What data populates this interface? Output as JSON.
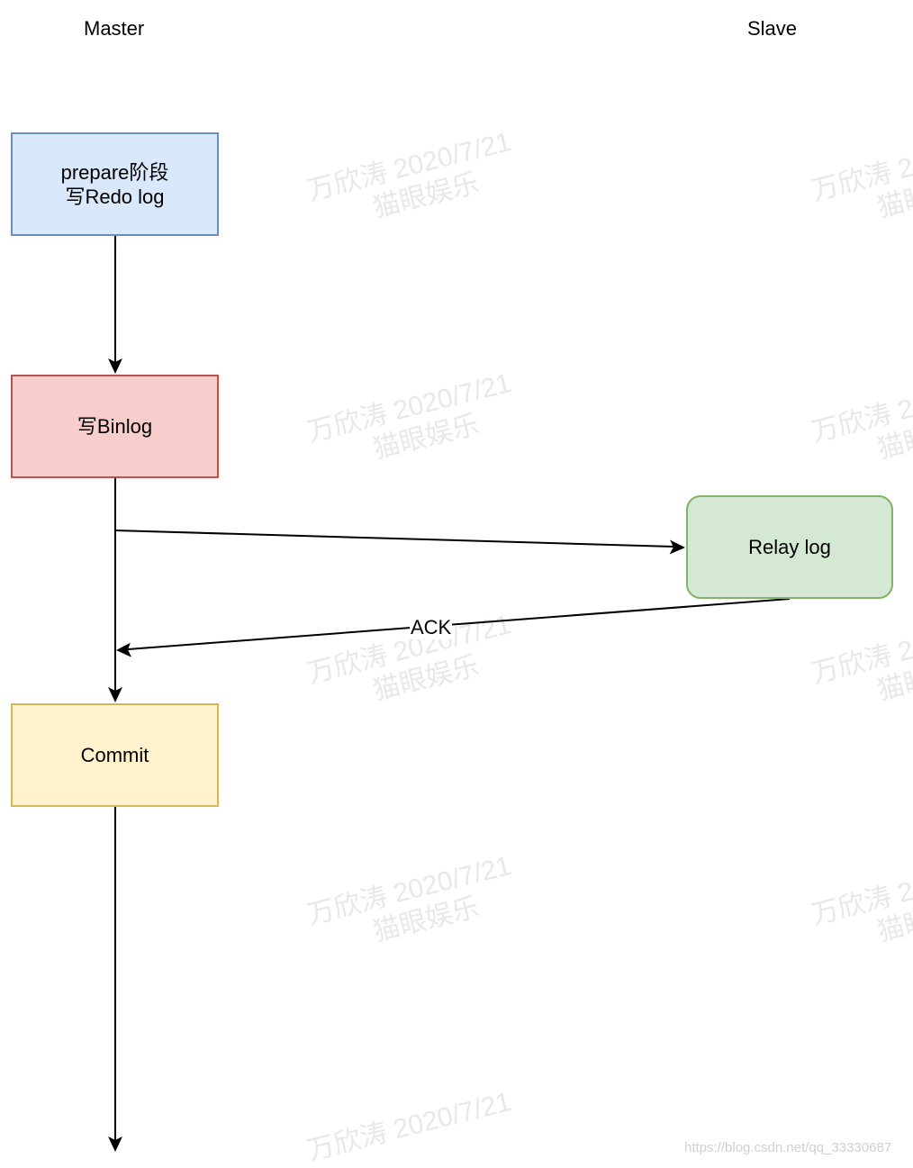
{
  "lanes": {
    "master": "Master",
    "slave": "Slave"
  },
  "nodes": {
    "prepare": {
      "line1": "prepare阶段",
      "line2": "写Redo log"
    },
    "binlog": {
      "label": "写Binlog"
    },
    "relay": {
      "label": "Relay log"
    },
    "commit": {
      "label": "Commit"
    }
  },
  "edges": {
    "ack_label": "ACK"
  },
  "watermark": {
    "line1": "万欣涛 2020/7/21",
    "line2": "猫眼娱乐"
  },
  "footer": {
    "url": "https://blog.csdn.net/qq_33330687"
  },
  "colors": {
    "prepare_fill": "#dae8fc",
    "prepare_stroke": "#6c8ebf",
    "binlog_fill": "#f8cecc",
    "binlog_stroke": "#b85450",
    "relay_fill": "#d5e8d4",
    "relay_stroke": "#82b366",
    "commit_fill": "#fff2cc",
    "commit_stroke": "#d6b656"
  }
}
